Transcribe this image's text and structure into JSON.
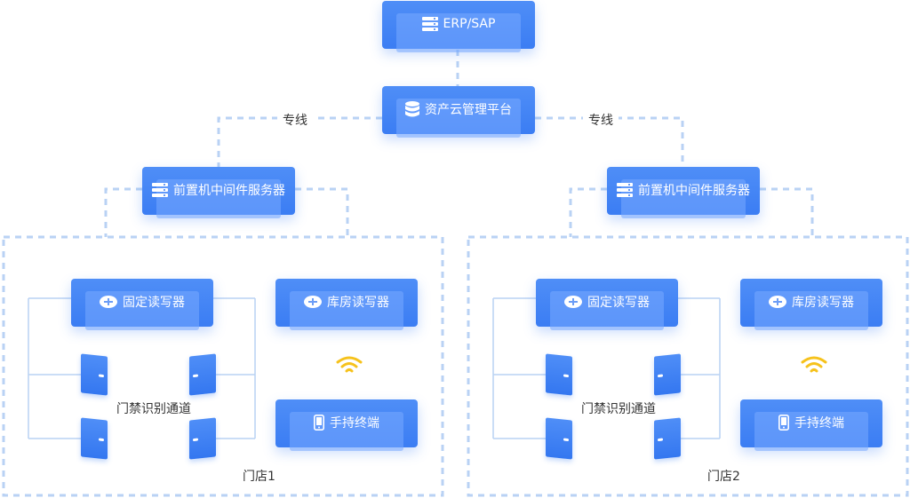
{
  "nodes": {
    "erp": "ERP/SAP",
    "cloud": "资产云管理平台",
    "server_1": "前置机中间件服务器",
    "server_2": "前置机中间件服务器"
  },
  "link_labels": {
    "left": "专线",
    "right": "专线"
  },
  "stores": [
    {
      "name": "门店1",
      "fixed_reader": "固定读写器",
      "warehouse_reader": "库房读写器",
      "gate_label": "门禁识别通道",
      "handheld": "手持终端"
    },
    {
      "name": "门店2",
      "fixed_reader": "固定读写器",
      "warehouse_reader": "库房读写器",
      "gate_label": "门禁识别通道",
      "handheld": "手持终端"
    }
  ],
  "icons": {
    "erp": "server-icon",
    "cloud": "database-icon",
    "server": "server-icon",
    "reader": "router-icon",
    "signal": "wifi-signal-icon",
    "handheld": "phone-icon",
    "door": "door-icon"
  },
  "colors": {
    "node": "#3b7df3",
    "connector": "#b9d2f4",
    "signal": "#f6c21c",
    "text": "#333333"
  }
}
